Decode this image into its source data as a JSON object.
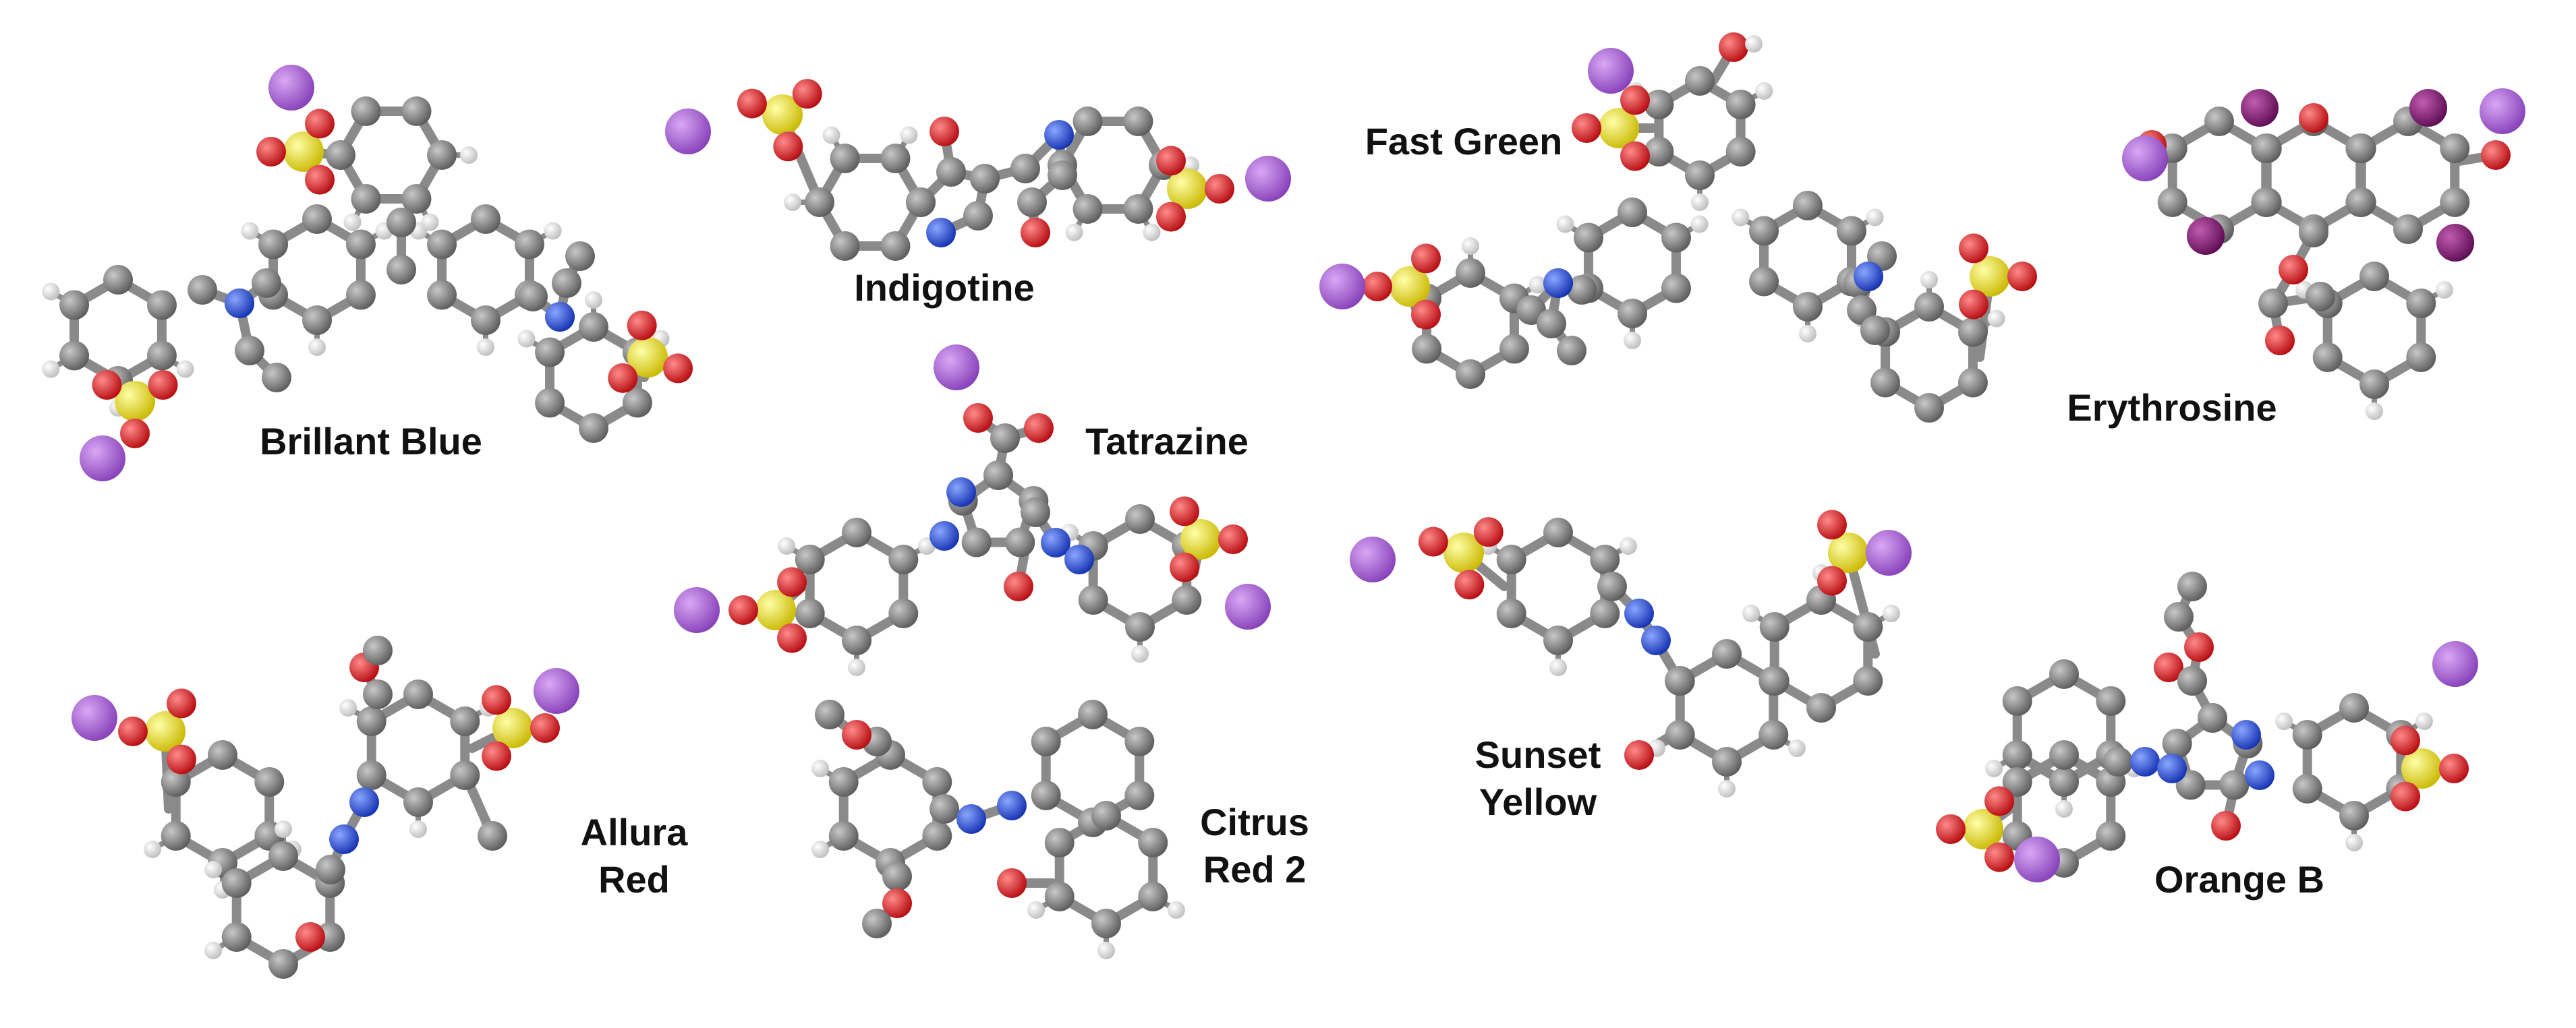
{
  "colors": {
    "carbon": "#7a7a7a",
    "hydrogen": "#f2f2f2",
    "oxygen": "#e8181d",
    "sulfur": "#f0e619",
    "nitrogen": "#2146e0",
    "sodium": "#a857d6",
    "iodine": "#8a1a7a",
    "label_text": "#111111"
  },
  "molecules": [
    {
      "id": "brilliant-blue",
      "label": [
        "Brillant  Blue"
      ]
    },
    {
      "id": "indigotine",
      "label": [
        "Indigotine"
      ]
    },
    {
      "id": "fast-green",
      "label": [
        "Fast Green"
      ]
    },
    {
      "id": "erythrosine",
      "label": [
        "Erythrosine"
      ]
    },
    {
      "id": "tatrazine",
      "label": [
        "Tatrazine"
      ]
    },
    {
      "id": "sunset-yellow",
      "label": [
        "Sunset",
        "Yellow"
      ]
    },
    {
      "id": "allura-red",
      "label": [
        "Allura",
        "Red"
      ]
    },
    {
      "id": "citrus-red-2",
      "label": [
        "Citrus",
        "Red 2"
      ]
    },
    {
      "id": "orange-b",
      "label": [
        "Orange B"
      ]
    }
  ]
}
